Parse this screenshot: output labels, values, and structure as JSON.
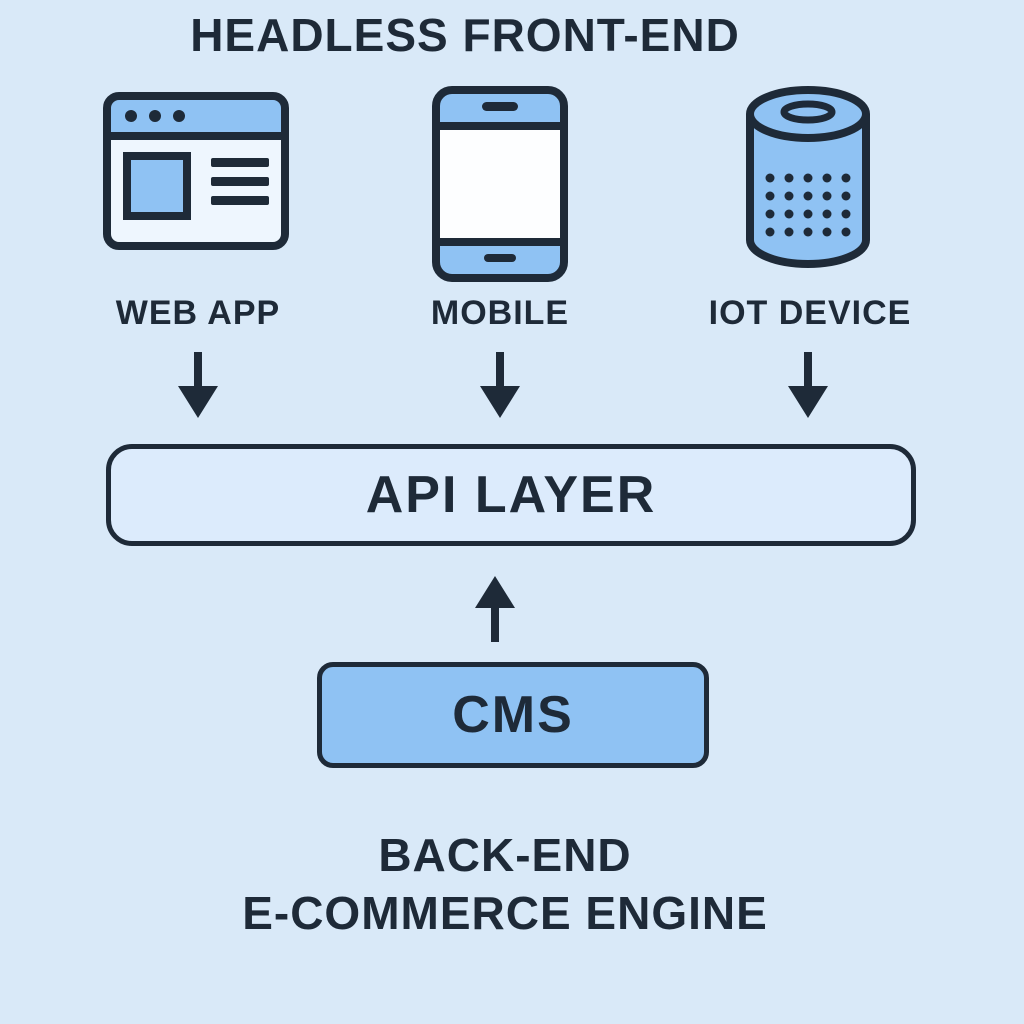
{
  "diagram": {
    "title": "HEADLESS FRONT-END",
    "frontends": [
      {
        "label": "WEB APP",
        "icon": "web-app-browser-icon"
      },
      {
        "label": "MOBILE",
        "icon": "mobile-phone-icon"
      },
      {
        "label": "IOT DEVICE",
        "icon": "iot-smart-speaker-icon"
      }
    ],
    "api_layer_label": "API LAYER",
    "cms_label": "CMS",
    "backend_caption": {
      "line1": "BACK-END",
      "line2": "E-COMMERCE ENGINE"
    },
    "colors": {
      "background": "#d9e9f8",
      "ink": "#1e2a38",
      "icon_fill": "#8fc2f3",
      "icon_body_fill": "#eef6fe",
      "api_box_fill": "#dcebfc",
      "cms_box_fill": "#8fc2f3"
    }
  }
}
